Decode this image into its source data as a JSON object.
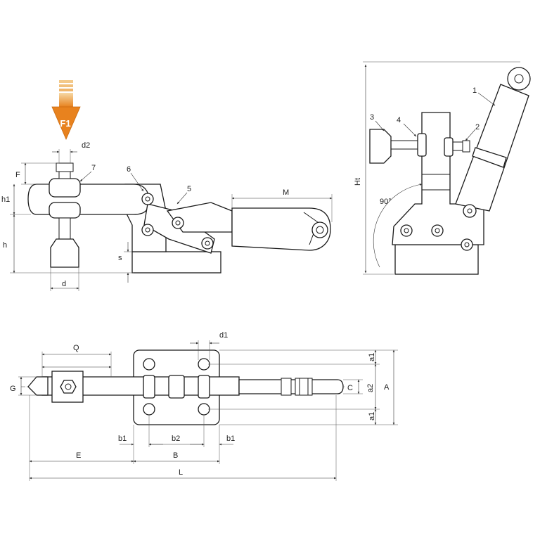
{
  "force_label": "F1",
  "colors": {
    "arrow_top": "#f6d9a5",
    "arrow_bottom": "#e8821e",
    "arrow_text": "#ffffff"
  },
  "side_view": {
    "dims": {
      "d2": "d2",
      "F": "F",
      "h1": "h1",
      "h": "h",
      "s": "s",
      "d": "d",
      "M": "M"
    },
    "callouts": {
      "c7": "7",
      "c6": "6",
      "c5": "5"
    }
  },
  "front_view": {
    "dims": {
      "Ht": "Ht",
      "angle": "90°"
    },
    "callouts": {
      "c1": "1",
      "c2": "2",
      "c3": "3",
      "c4": "4"
    }
  },
  "top_view": {
    "dims": {
      "Q": "Q",
      "d1": "d1",
      "G": "G",
      "C": "C",
      "a1_top": "a1",
      "a2": "a2",
      "A": "A",
      "a1_bottom": "a1",
      "b1_left": "b1",
      "b2": "b2",
      "b1_right": "b1",
      "E": "E",
      "B": "B",
      "L": "L"
    }
  }
}
